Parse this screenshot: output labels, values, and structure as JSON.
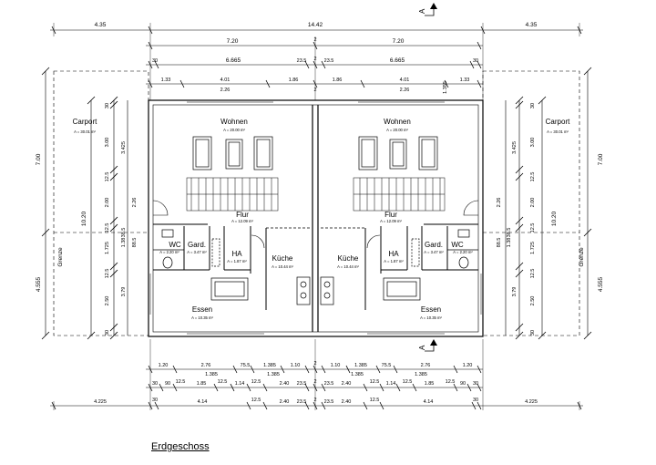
{
  "title": "Erdgeschoss",
  "section_marker": "A",
  "top_dims": {
    "row1": [
      "4.35",
      "14.42",
      "4.35"
    ],
    "row2": [
      "7.20",
      "2",
      "7.20"
    ],
    "row3": [
      "30",
      "6.665",
      "23.5",
      "2",
      "23.5",
      "6.665",
      "30"
    ],
    "row4": [
      "1.33",
      "4.01",
      "1.86",
      "1.86",
      "4.01",
      "1.33"
    ],
    "row4b": [
      "2.26",
      "2",
      "2.26"
    ],
    "small": "1.355"
  },
  "bottom_dims": {
    "row1": [
      "1.20",
      "2.76",
      "75.5",
      "1.385",
      "1.10",
      "2",
      "1.10",
      "1.385",
      "75.5",
      "2.76",
      "1.20"
    ],
    "row1b": [
      "1.385",
      "1.385",
      "1.385",
      "1.385"
    ],
    "row2": [
      "30",
      "90",
      "12.5",
      "1.85",
      "12.5",
      "1.14",
      "12.5",
      "2.40",
      "23.5",
      "2",
      "23.5",
      "2.40",
      "12.5",
      "1.14",
      "12.5",
      "1.85",
      "12.5",
      "90",
      "30"
    ],
    "row3": [
      "4.225",
      "30",
      "4.14",
      "12.5",
      "2.40",
      "23.5",
      "2",
      "23.5",
      "2.40",
      "12.5",
      "4.14",
      "30",
      "4.225"
    ]
  },
  "side_dims": {
    "outer": [
      "7.00",
      "4.555"
    ],
    "mid": [
      "10.20"
    ],
    "inner": [
      "30",
      "3.00",
      "12.5",
      "2.00",
      "12.5",
      "1.725",
      "12.5",
      "2.50",
      "30"
    ],
    "inner2": [
      "3.425",
      "2.26",
      "38.5",
      "1.38",
      "88.5",
      "3.79"
    ],
    "grenze": "Grenze"
  },
  "rooms": {
    "carport": {
      "name": "Carport",
      "area": "A = 30.01 m²"
    },
    "wohnen": {
      "name": "Wohnen",
      "area": "A = 20.00 m²"
    },
    "flur": {
      "name": "Flur",
      "area": "A = 12.09 m²"
    },
    "wc": {
      "name": "WC",
      "area": "A = 2.20 m²"
    },
    "gard": {
      "name": "Gard.",
      "area": "A = 3.47 m²"
    },
    "ha": {
      "name": "HA",
      "area": "A = 1.87 m²"
    },
    "kueche": {
      "name": "Küche",
      "area": "A = 10.44 m²"
    },
    "essen": {
      "name": "Essen",
      "area": "A = 10.35 m²"
    }
  }
}
